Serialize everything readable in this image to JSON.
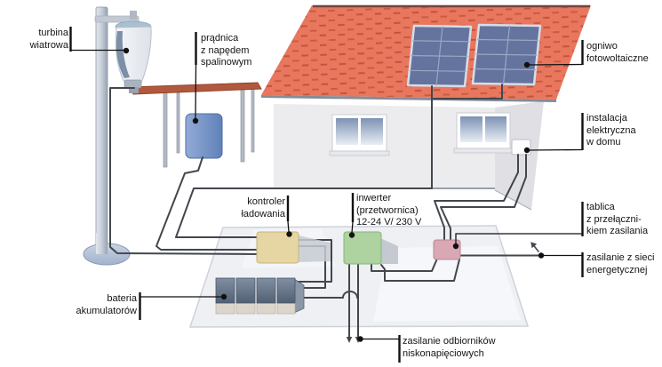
{
  "diagram": {
    "subject": "home hybrid power system (wind / diesel generator / photovoltaic)",
    "labels": {
      "wind_turbine": {
        "lines": [
          "turbina",
          "wiatrowa"
        ]
      },
      "generator": {
        "lines": [
          "prądnica",
          "z napędem",
          "spalinowym"
        ]
      },
      "pv_cell": {
        "lines": [
          "ogniwo",
          "fotowoltaiczne"
        ]
      },
      "home_wiring": {
        "lines": [
          "instalacja",
          "elektryczna",
          "w domu"
        ]
      },
      "charge_controller": {
        "lines": [
          "kontroler",
          "ładowania"
        ]
      },
      "inverter": {
        "lines": [
          "inwerter",
          "(przetwornica)",
          "12-24 V/ 230 V"
        ]
      },
      "switch_panel": {
        "lines": [
          "tablica",
          "z przełączni-",
          "kiem zasilania"
        ]
      },
      "grid_supply": {
        "lines": [
          "zasilanie z sieci",
          "energetycznej"
        ]
      },
      "battery_bank": {
        "lines": [
          "bateria",
          "akumulatorów"
        ]
      },
      "lv_loads": {
        "lines": [
          "zasilanie odbiorników",
          "niskonapięciowych"
        ]
      }
    },
    "colors": {
      "roof": "#e8775e",
      "roof_dash": "#c2543f",
      "wall": "#ececee",
      "side_wall": "#e0e0e4",
      "solar_panel": "#64749e",
      "controller_box": "#e6d6a3",
      "inverter_box": "#aed2a0",
      "switch_panel_box": "#d8a8b4",
      "generator_box": "#7b97c8",
      "battery_top": "#5d6b7e",
      "battery_bottom": "#dbd5cc",
      "platform": "#eef0f4",
      "wire": "#43474d",
      "table_top": "#b2593d",
      "leader": "#111111"
    }
  }
}
